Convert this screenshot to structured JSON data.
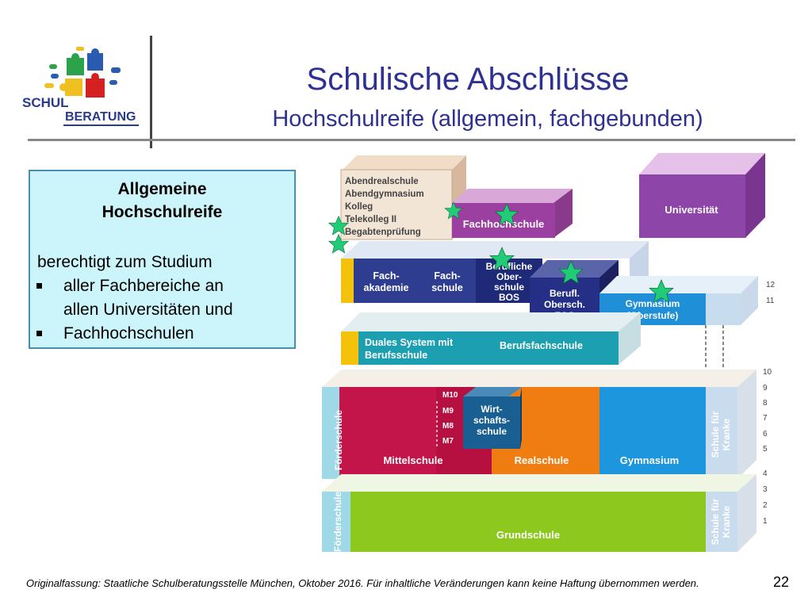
{
  "header": {
    "title": "Schulische Abschlüsse",
    "subtitle": "Hochschulreife (allgemein, fachgebunden)"
  },
  "logo": {
    "line1": "SCHUL",
    "line2": "BERATUNG"
  },
  "info_box": {
    "title_line1": "Allgemeine",
    "title_line2": "Hochschulreife",
    "intro": "berechtigt zum Studium",
    "bullet1_line1": "aller Fachbereiche an",
    "bullet1_line2": "allen Universitäten und",
    "bullet2": "Fachhochschulen"
  },
  "diagram": {
    "abendreal_lines": [
      "Abendrealschule",
      "Abendgymnasium",
      "Kolleg",
      "Telekolleg II",
      "Begabtenprüfung"
    ],
    "fachhochschule": "Fachhochschule",
    "universitaet": "Universität",
    "fachakademie": [
      "Fach-",
      "akademie"
    ],
    "fachschule": [
      "Fach-",
      "schule"
    ],
    "bos": [
      "Berufliche",
      "Ober-",
      "schule",
      "BOS"
    ],
    "fos": [
      "Berufl.",
      "Obersch.",
      "FOS"
    ],
    "gymnasium_oberstufe": [
      "Gymnasium",
      "(Oberstufe)"
    ],
    "duales_system": [
      "Duales System mit",
      "Berufsschule"
    ],
    "berufsfachschule": "Berufsfachschule",
    "foerderschule": "Förderschule",
    "mittelschule": "Mittelschule",
    "m_classes": [
      "M10",
      "M9",
      "M8",
      "M7"
    ],
    "wirtschaftsschule": [
      "Wirt-",
      "schafts-",
      "schule"
    ],
    "realschule": "Realschule",
    "gymnasium": "Gymnasium",
    "schule_fuer_kranke": [
      "Schule für",
      "Kranke"
    ],
    "grundschule": "Grundschule",
    "grades_upper": [
      "12",
      "11"
    ],
    "grades_mid": [
      "10",
      "9",
      "8",
      "7",
      "6",
      "5"
    ],
    "grades_low": [
      "4",
      "3",
      "2",
      "1"
    ]
  },
  "colors": {
    "title": "#2e3192",
    "info_bg": "#ccf5fb",
    "star": "#22cc77"
  },
  "footer": {
    "source": "Originalfassung: Staatliche Schulberatungsstelle München, Oktober 2016.  Für inhaltliche Veränderungen kann keine Haftung übernommen werden.",
    "page": "22"
  }
}
